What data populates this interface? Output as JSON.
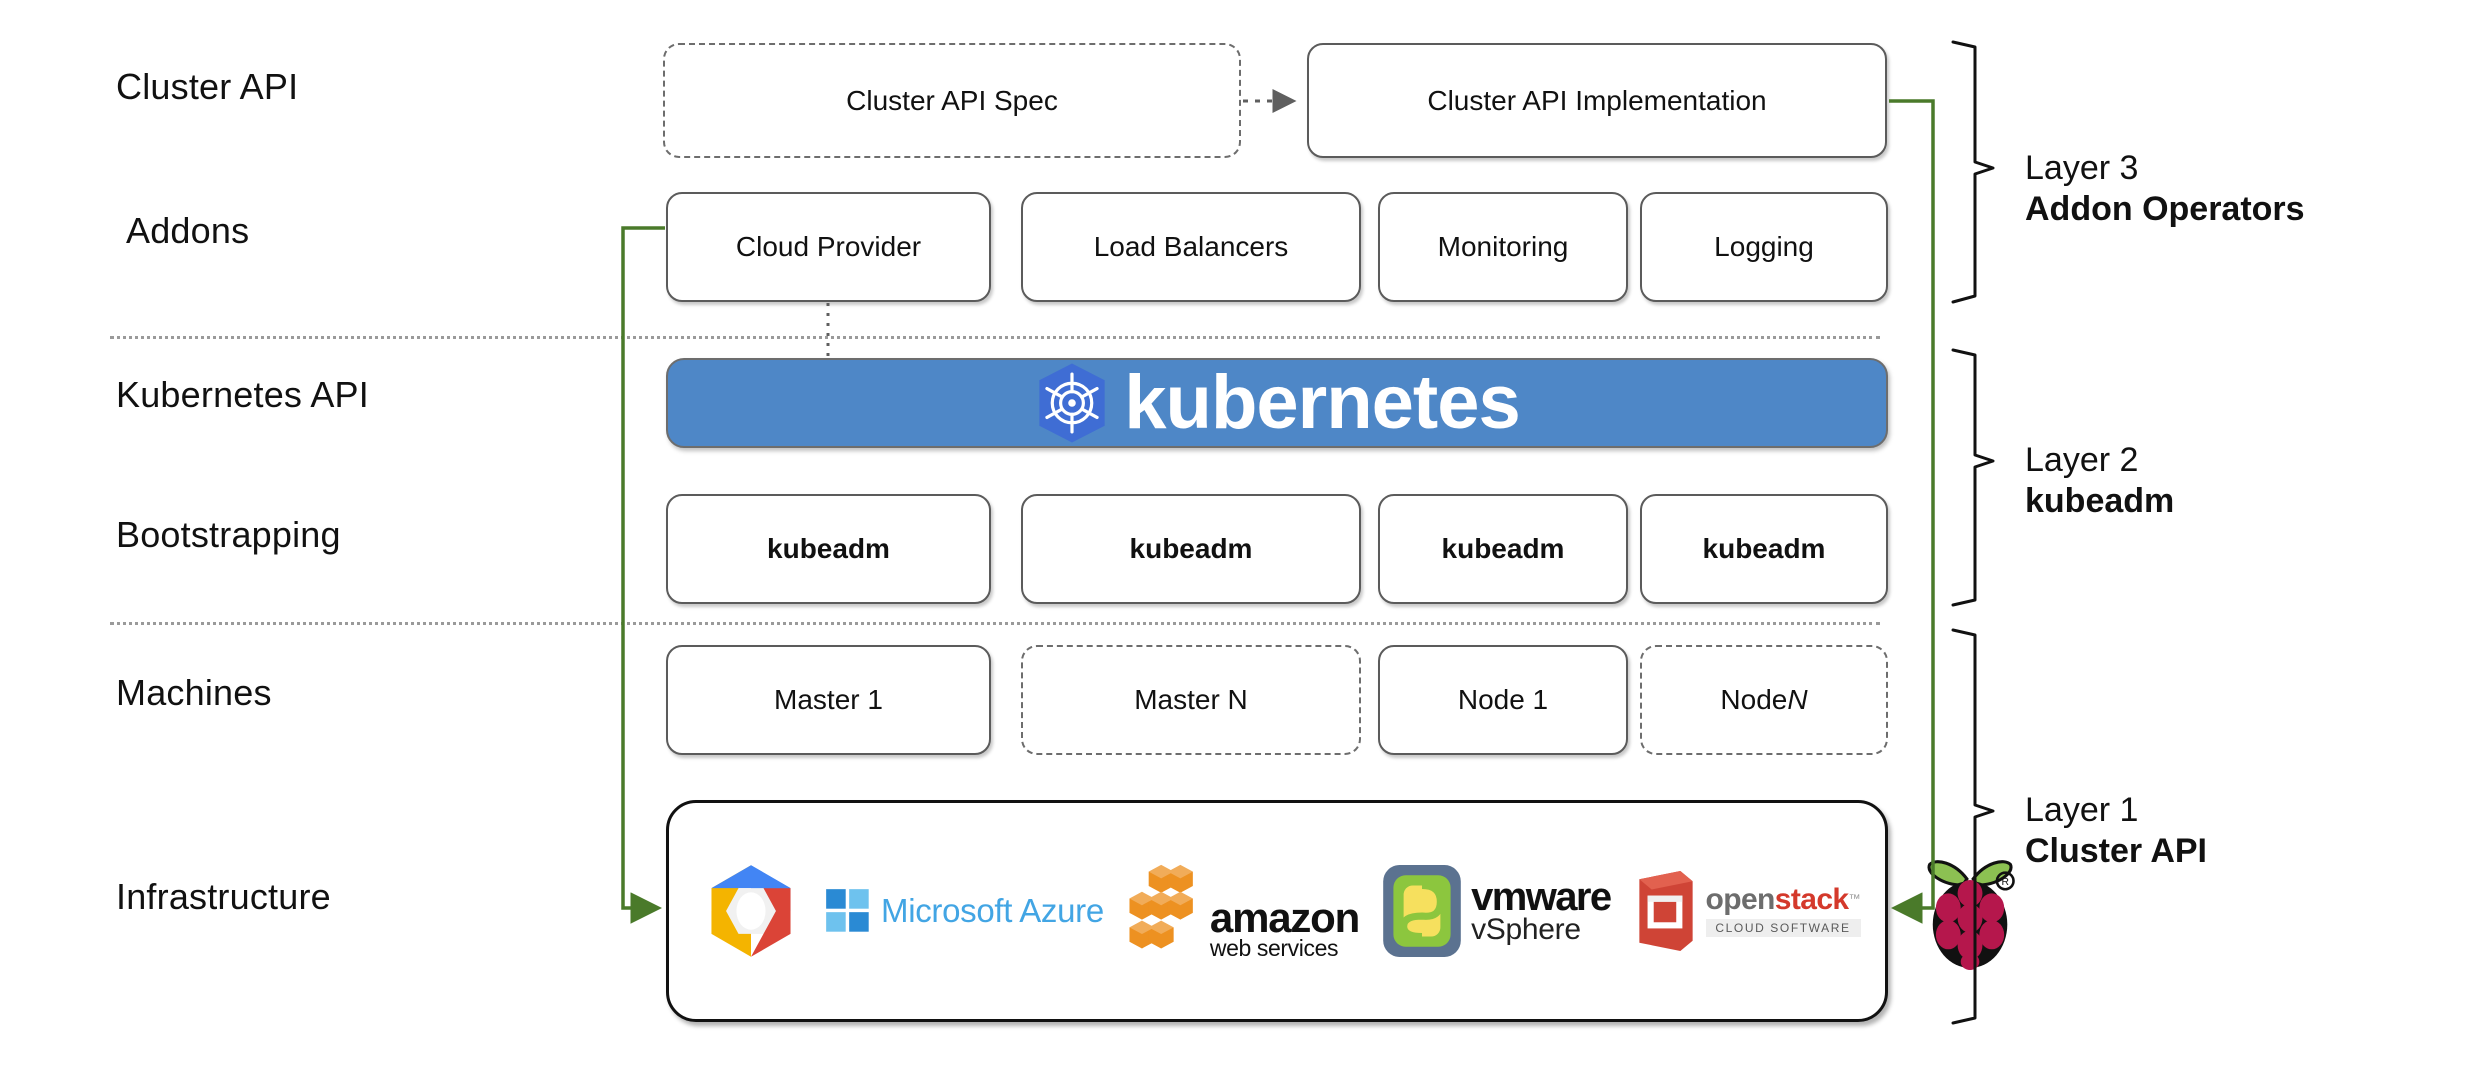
{
  "diagram": {
    "title": "Kubernetes Cluster API layered architecture",
    "accent_green": "#4a7a2a",
    "k8s_blue": "#4e87c7",
    "k8s_logo_blue": "#3f6dd4",
    "box_border": "#5b5b5b"
  },
  "row_labels": [
    {
      "id": "cluster-api",
      "text": "Cluster API"
    },
    {
      "id": "addons",
      "text": "Addons"
    },
    {
      "id": "kubernetes-api",
      "text": "Kubernetes API"
    },
    {
      "id": "bootstrapping",
      "text": "Bootstrapping"
    },
    {
      "id": "machines",
      "text": "Machines"
    },
    {
      "id": "infrastructure",
      "text": "Infrastructure"
    }
  ],
  "cluster_api_row": {
    "spec": {
      "label": "Cluster API Spec",
      "style": "dashed"
    },
    "implementation": {
      "label": "Cluster API Implementation",
      "style": "solid"
    },
    "connector": "dotted-arrow-right"
  },
  "addons_row": {
    "boxes": [
      {
        "label": "Cloud Provider"
      },
      {
        "label": "Load Balancers"
      },
      {
        "label": "Monitoring"
      },
      {
        "label": "Logging"
      }
    ]
  },
  "kubernetes_row": {
    "wordmark": "kubernetes",
    "logo": "kubernetes-helm-wheel-icon"
  },
  "bootstrapping_row": {
    "boxes": [
      {
        "label": "kubeadm"
      },
      {
        "label": "kubeadm"
      },
      {
        "label": "kubeadm"
      },
      {
        "label": "kubeadm"
      }
    ]
  },
  "machines_row": {
    "boxes": [
      {
        "label": "Master 1",
        "style": "solid",
        "italic_suffix": ""
      },
      {
        "label": "Master N",
        "style": "dashed",
        "italic_suffix": ""
      },
      {
        "label": "Node 1",
        "style": "solid",
        "italic_suffix": ""
      },
      {
        "label": "Node ",
        "style": "dashed",
        "italic_suffix": "N"
      }
    ]
  },
  "infrastructure_row": {
    "providers": [
      {
        "id": "google-cloud",
        "name": "Google Cloud Platform",
        "text": ""
      },
      {
        "id": "microsoft-azure",
        "name": "Microsoft Azure",
        "text": "Microsoft Azure"
      },
      {
        "id": "amazon-web-services",
        "name": "Amazon Web Services",
        "text": "amazon",
        "subtext": "web services"
      },
      {
        "id": "vmware-vsphere",
        "name": "VMware vSphere",
        "text": "vmware",
        "subtext": "vSphere"
      },
      {
        "id": "openstack",
        "name": "OpenStack",
        "text_a": "open",
        "text_b": "stack",
        "subtext": "CLOUD SOFTWARE"
      },
      {
        "id": "raspberry-pi",
        "name": "Raspberry Pi",
        "text": ""
      }
    ]
  },
  "layers": [
    {
      "id": "layer-3",
      "title": "Layer 3",
      "subtitle": "Addon Operators"
    },
    {
      "id": "layer-2",
      "title": "Layer 2",
      "subtitle": "kubeadm"
    },
    {
      "id": "layer-1",
      "title": "Layer 1",
      "subtitle": "Cluster API"
    }
  ]
}
